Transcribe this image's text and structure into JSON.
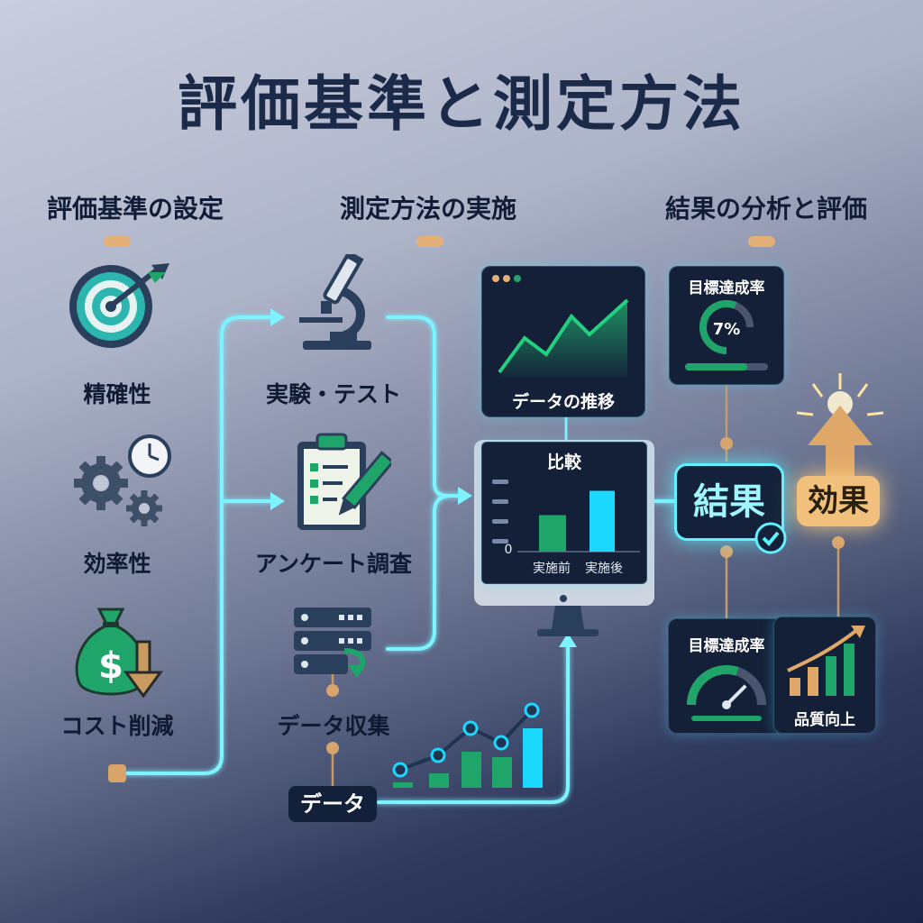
{
  "title": "評価基準と測定方法",
  "columns": {
    "col1": "評価基準の設定",
    "col2": "測定方法の実施",
    "col3": "結果の分析と評価"
  },
  "criteria": {
    "accuracy": "精確性",
    "efficiency": "効率性",
    "cost": "コスト削減"
  },
  "methods": {
    "experiment": "実験・テスト",
    "survey": "アンケート調査",
    "collection": "データ収集"
  },
  "data_tag": "データ",
  "trend_panel": {
    "label": "データの推移"
  },
  "comparison_panel": {
    "title": "比較",
    "axis_zero": "0",
    "categories": [
      "実施前",
      "実施後"
    ],
    "values": [
      45,
      75
    ],
    "colors": {
      "before": "#1fa56a",
      "after": "#1ad8ff"
    }
  },
  "goal_panel_top": {
    "title": "目標達成率",
    "value": "7%",
    "gauge_fraction": 0.75,
    "bar_fraction": 0.75
  },
  "goal_panel_bottom": {
    "title": "目標達成率",
    "gauge_fraction": 0.6
  },
  "quality_panel": {
    "label": "品質向上"
  },
  "result_label": "結果",
  "effect_label": "効果",
  "colors": {
    "title": "#1c2a4a",
    "accent_green": "#1fa56a",
    "accent_cyan": "#5ff1ff",
    "accent_gold": "#e3b178",
    "panel_bg": "#142038"
  },
  "icons": {
    "accuracy": "target-icon",
    "efficiency": "gears-clock-icon",
    "cost": "money-bag-down-icon",
    "experiment": "microscope-icon",
    "survey": "clipboard-pencil-icon",
    "collection": "server-icon",
    "result_check": "check-icon",
    "effect_arrow": "up-arrow-icon"
  }
}
